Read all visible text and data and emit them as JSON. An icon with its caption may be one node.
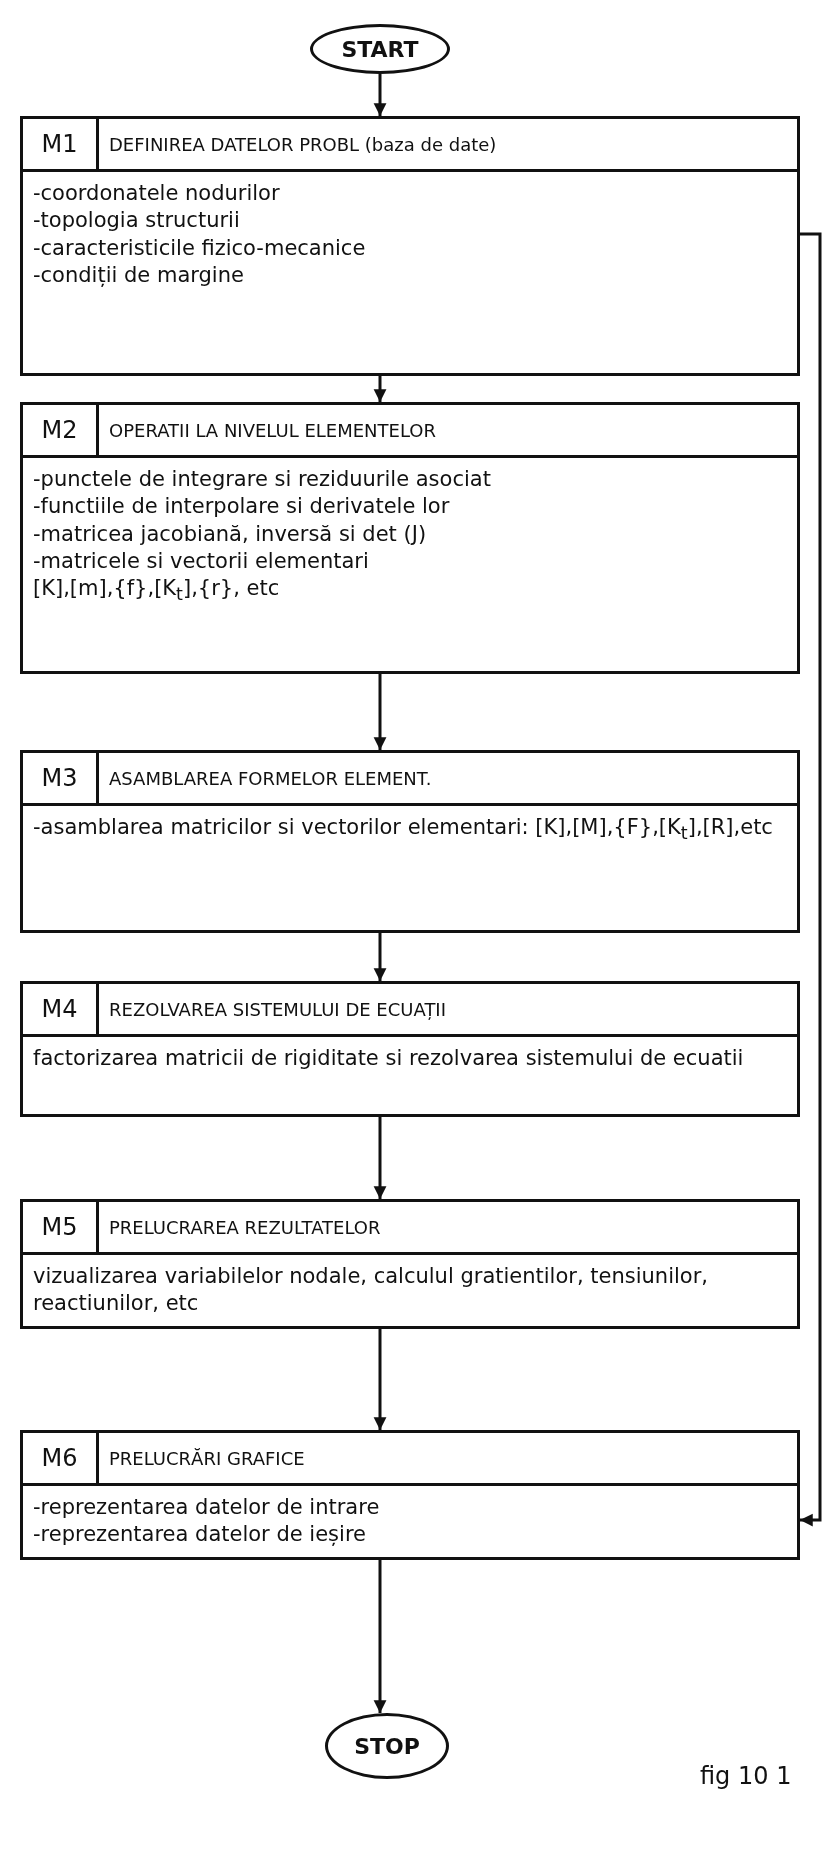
{
  "diagram": {
    "nodes": [
      {
        "text": [
          "START"
        ]
      },
      {
        "text": [
          "M1",
          "DEFINIREA DATELOR PROBL (baza de date)",
          "-coordonatele nodurilor",
          "-topologia structurii",
          "-caracteristicile fizico-mecanice",
          "-condiții de margine"
        ]
      },
      {
        "text": [
          "M2",
          "OPERATII LA NIVELUL ELEMENTELOR",
          "-punctele de integrare si reziduurile asociat",
          "-functiile de interpolare si derivatele lor",
          "-matricea jacobiană, inversă si det (J)",
          "-matricele si vectorii elementari",
          "[K],[m],{f},[K$_{t}$],{r}, etc"
        ]
      },
      {
        "text": [
          "M3",
          "ASAMBLAREA FORMELOR ELEMENT.",
          "-asamblarea matricilor si vectorilor elementari: [K],[M],{F},[K$_{t}$],[R],etc"
        ]
      },
      {
        "text": [
          "M4",
          "REZOLVAREA SISTEMULUI DE ECUAȚII",
          "factorizarea matricii de rigiditate si rezolvarea sistemului de ecuatii"
        ]
      },
      {
        "text": [
          "M5",
          "PRELUCRAREA REZULTATELOR",
          "vizualizarea variabilelor nodale, calculul gratientilor, tensiunilor, reactiunilor, etc"
        ]
      },
      {
        "text": [
          "M6",
          "PRELUCRĂRI GRAFICE",
          "-reprezentarea datelor de intrare",
          "-reprezentarea datelor de ieșire"
        ]
      },
      {
        "text": [
          "STOP"
        ]
      }
    ],
    "edges": [
      {
        "from": 0,
        "to": 1,
        "arrow": "to"
      },
      {
        "from": 1,
        "to": 2,
        "arrow": "to"
      },
      {
        "from": 2,
        "to": 3,
        "arrow": "to"
      },
      {
        "from": 3,
        "to": 4,
        "arrow": "to"
      },
      {
        "from": 4,
        "to": 5,
        "arrow": "to"
      },
      {
        "from": 5,
        "to": 6,
        "arrow": "to"
      },
      {
        "from": 6,
        "to": 7,
        "arrow": "to"
      },
      {
        "from": 1,
        "to": 6,
        "arrow": "to"
      }
    ],
    "labels": [
      "fig 10 1"
    ]
  }
}
